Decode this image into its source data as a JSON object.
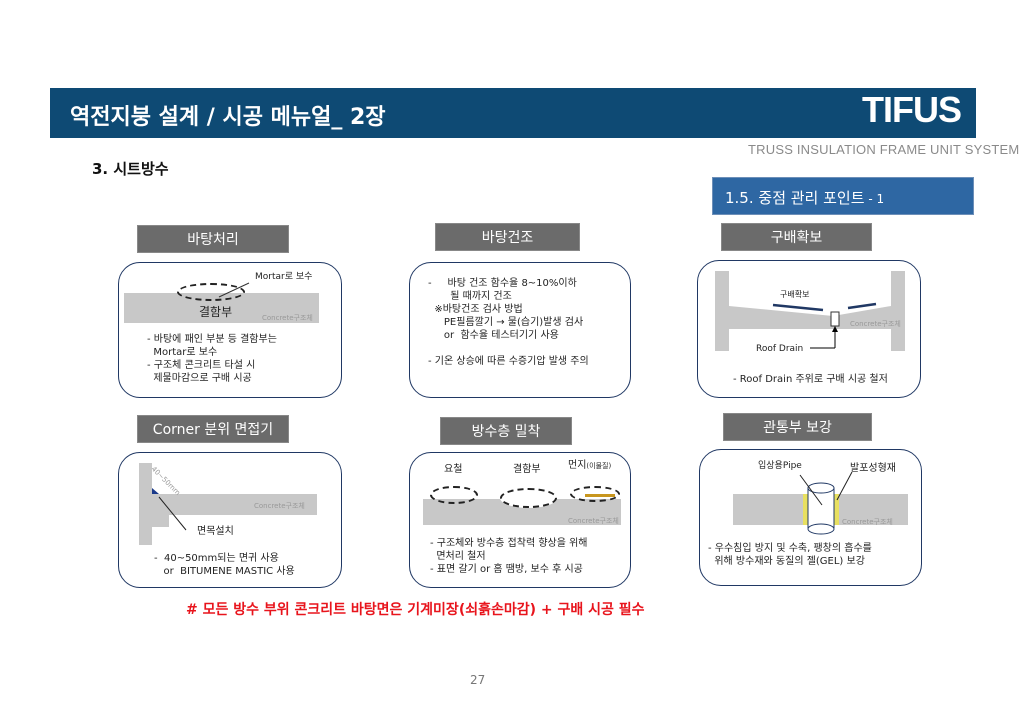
{
  "header": {
    "title": "역전지붕 설계 / 시공 메뉴얼_ 2장",
    "logo": "TIFUS",
    "tagline": "TRUSS INSULATION FRAME UNIT SYSTEM"
  },
  "section": "3. 시트방수",
  "point_box": {
    "main": "1.5. 중점 관리 포인트",
    "suffix": " - 1"
  },
  "panels": [
    {
      "label": "바탕처리",
      "callout": "Mortar로 보수",
      "defect": "결함부",
      "concrete": "Concrete구조체",
      "text": "- 바탕에 패인 부분 등 결함부는\n  Mortar로 보수\n- 구조체 콘크리트 타설 시\n  제물마감으로 구배 시공"
    },
    {
      "label": "바탕건조",
      "text": "-     바탕 건조 함수율 8~10%이하\n       될 때까지 건조\n  ※바탕건조 검사 방법\n     PE필름깔기 → 물(습기)발생 검사\n     or  함수율 테스터기기 사용\n\n- 기온 상승에 따른 수증기압 발생 주의"
    },
    {
      "label": "구배확보",
      "slope": "구배확보",
      "drain": "Roof Drain",
      "concrete": "Concrete구조체",
      "text": "- Roof Drain 주위로 구배 시공 철저"
    },
    {
      "label": "Corner 분위 면접기",
      "dim": "40~50mm",
      "callout": "면목설치",
      "concrete": "Concrete구조체",
      "text": "-  40~50mm되는 면귀 사용\n   or  BITUMENE MASTIC 사용"
    },
    {
      "label": "방수층 밀착",
      "c1": "요철",
      "c2": "결함부",
      "c3": "먼지",
      "c3sub": "(이물질)",
      "concrete": "Concrete구조체",
      "text": "- 구조체와 방수층 접착력 향상을 위해\n  면처리 철저\n- 표면 갈기 or 홈 땜방, 보수 후 시공"
    },
    {
      "label": "관통부 보강",
      "c1": "입상용Pipe",
      "c2": "발포성형재",
      "concrete": "Concrete구조체",
      "text": "- 우수침입 방지 및 수축, 팽창의 흡수를\n  위해 방수재와 동질의 젤(GEL) 보강"
    }
  ],
  "note": "# 모든 방수 부위 콘크리트 바탕면은  기계미장(쇠흙손마감) + 구배 시공 필수",
  "page_number": "27"
}
